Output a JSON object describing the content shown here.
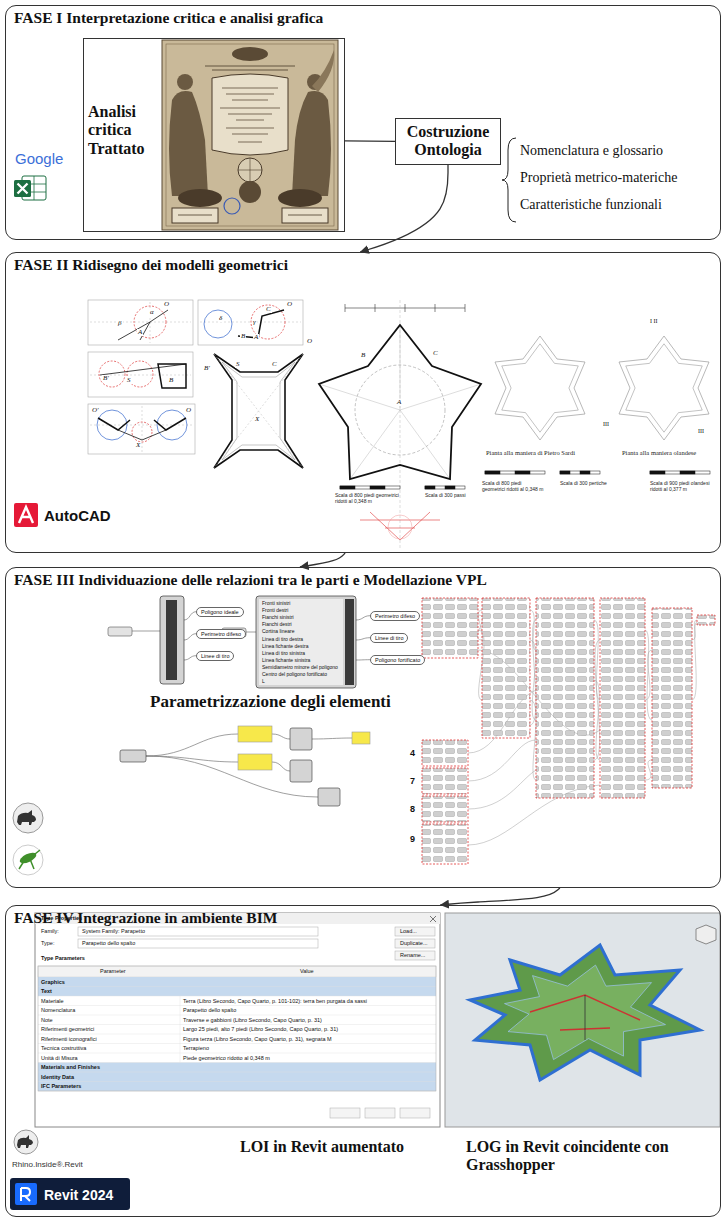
{
  "diagram": {
    "nodes": [
      {
        "text": [
          "FASE I Interpretazione critica e analisi grafica"
        ]
      },
      {
        "text": [
          "Analisi critica Trattato"
        ],
        "in": 0
      },
      {
        "text": [
          "Costruzione Ontologia"
        ],
        "in": 0
      },
      {
        "text": [
          "FASE II Ridisegno dei modelli geometrici"
        ]
      },
      {
        "text": [
          "FASE III Individuazione delle relazioni tra le parti e Modellazione VPL"
        ]
      },
      {
        "text": [
          "Poligono ideale"
        ],
        "in": 4
      },
      {
        "text": [
          "Perimetro difeso"
        ],
        "in": 4
      },
      {
        "text": [
          "Linee di tiro"
        ],
        "in": 4
      },
      {
        "text": [
          "Perimetro difeso"
        ],
        "in": 4
      },
      {
        "text": [
          "Linee di tiro"
        ],
        "in": 4
      },
      {
        "text": [
          "Poligono fortificato"
        ],
        "in": 4
      },
      {
        "text": [
          "FASE IV Integrazione in ambiente BIM"
        ]
      }
    ],
    "edges": [
      {
        "from": 1,
        "to": 2,
        "arrow": "none"
      },
      {
        "from": 2,
        "to": 3,
        "arrow": "to"
      },
      {
        "from": 3,
        "to": 4,
        "arrow": "to"
      },
      {
        "from": 4,
        "to": 11,
        "arrow": "to"
      }
    ],
    "labels": [
      "Google",
      "Nomenclatura e glossario",
      "Proprietà metrico-materiche",
      "Caratteristiche funzionali",
      "AutoCAD",
      "O",
      "α",
      "β",
      "A",
      "δ",
      "O",
      "C",
      "γ",
      "B",
      "A",
      "B'",
      "S",
      "B",
      "O'",
      "O",
      "X",
      "B'",
      "S",
      "C",
      "O",
      "X",
      "A",
      "B",
      "C",
      "Pianta alla maniera di Pietro Sardi",
      "Pianta alla maniera olandese",
      "Scala di 800 piedi geometrici ridotti al 0,348 m",
      "Scala di 300 pertiche",
      "Scala di 900 piedi olandesi ridotti al 0,377 m",
      "I II",
      "III",
      "III",
      "Scala di 800 piedi geometrici ridotti al 0,348 m",
      "Scala di 300 passi",
      "Parametrizzazione degli elementi",
      "Fronti sinistri",
      "Fronti destri",
      "Fianchi sinistri",
      "Fianchi destri",
      "Cortina lineare",
      "Linea di tiro destra",
      "Linea fichante destra",
      "Linea di tiro sinistra",
      "Linea fichante sinistra",
      "Semidiametro minore del poligono",
      "Centro del poligono fortificato",
      "L",
      "4",
      "7",
      "8",
      "9",
      "Type Properties",
      "Family:",
      "System Family: Parapetto",
      "Type:",
      "Parapetto dello spalto",
      "Load...",
      "Duplicate...",
      "Rename...",
      "Type Parameters",
      "Parameter",
      "Value",
      "Graphics",
      "Text",
      "Materiale",
      "Terra (Libro Secondo, Capo Quarto, p. 101-102): terra ben purgata da sassi",
      "Nomenclatura",
      "Parapetto dello spalto",
      "Note",
      "Traverse e gabbioni (Libro Secondo, Capo Quarto, p. 31)",
      "Riferimenti geometrici",
      "Largo 25 piedi, alto 7 piedi (Libro Secondo, Capo Quarto, p. 31)",
      "Riferimenti iconografici",
      "Figura terza (Libro Secondo, Capo Quarto, p. 31), segnata M",
      "Tecnica costruttiva",
      "Terrapieno",
      "Unità di Misura",
      "Piede geometrico ridotto al 0,348 m",
      "Materials and Finishes",
      "Identity Data",
      "IFC Parameters",
      "LOI in Revit aumentato",
      "LOG in Revit coincidente con Grasshopper",
      "Rhino.Inside®.Revit",
      "Revit 2024"
    ]
  }
}
